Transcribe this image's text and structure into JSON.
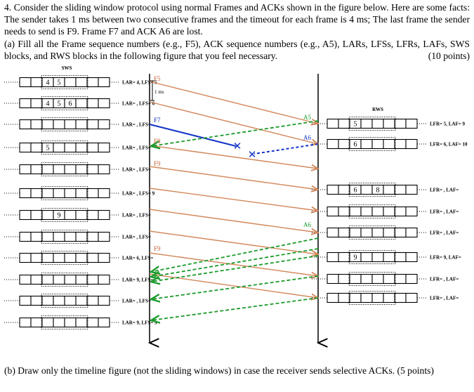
{
  "question": {
    "number": "4.",
    "text": "Consider the sliding window protocol using normal Frames and ACKs shown in the figure below. Here are some facts: The sender takes 1 ms between two consecutive frames and the timeout for each frame is 4 ms; The last frame the sender needs to send is F9. Frame F7 and ACK A6 are lost.",
    "part_a": "(a) Fill all the Frame sequence numbers (e.g., F5), ACK sequence numbers (e.g., A5), LARs, LFSs, LFRs, LAFs, SWS blocks, and RWS blocks in the following figure that you feel necessary.",
    "part_a_points": "(10 points)",
    "part_b": "(b) Draw only the timeline figure (not the sliding windows) in case the receiver sends selective ACKs. (5 points)"
  },
  "figure": {
    "sws_title": "SWS",
    "rws_title": "RWS",
    "gap_note": "1 ms",
    "colors": {
      "data": "#d2875a",
      "ack": "#1a9a2a",
      "lost": "#1433c8",
      "text": "#c4623a"
    },
    "sender_windows": [
      {
        "cells": [
          "4",
          "5",
          "",
          ""
        ],
        "label": "LAR= 4, LFS= 5"
      },
      {
        "cells": [
          "4",
          "5",
          "6",
          ""
        ],
        "label": "LAR= , LFS= 6"
      },
      {
        "cells": [
          "",
          "",
          "",
          ""
        ],
        "label": "LAR= , LFS="
      },
      {
        "cells": [
          "5",
          "",
          "",
          ""
        ],
        "label": "LAR= , LFS="
      },
      {
        "cells": [
          "",
          "",
          "",
          ""
        ],
        "label": "LAR= , LFS="
      },
      {
        "cells": [
          "",
          "",
          "",
          ""
        ],
        "label": "LAR= , LFS= 9"
      },
      {
        "cells": [
          "",
          "9",
          "",
          ""
        ],
        "label": "LAR= , LFS="
      },
      {
        "cells": [
          "",
          "",
          "",
          ""
        ],
        "label": "LAR= , LFS="
      },
      {
        "cells": [
          "",
          "",
          "",
          ""
        ],
        "label": "LAR= 6, LFS="
      },
      {
        "cells": [
          "",
          "",
          "",
          ""
        ],
        "label": "LAR= 9, LFS="
      },
      {
        "cells": [
          "",
          "",
          "",
          ""
        ],
        "label": "LAR= , LFS="
      },
      {
        "cells": [
          "",
          "",
          "",
          ""
        ],
        "label": "LAR= 9, LFS= 9"
      }
    ],
    "receiver_windows": [
      {
        "cells": [
          "5",
          "",
          "",
          ""
        ],
        "label": "LFR= 5, LAF= 9"
      },
      {
        "cells": [
          "6",
          "",
          "",
          ""
        ],
        "label": "LFR= 6, LAF= 10"
      },
      {
        "cells": [
          "6",
          "",
          "8",
          ""
        ],
        "label": "LFR= , LAF="
      },
      {
        "cells": [
          "",
          "",
          "",
          ""
        ],
        "label": "LFR= , LAF="
      },
      {
        "cells": [
          "",
          "",
          "",
          ""
        ],
        "label": "LFR= , LAF="
      },
      {
        "cells": [
          "9",
          "",
          "",
          ""
        ],
        "label": "LFR= 9, LAF="
      },
      {
        "cells": [
          "",
          "",
          "",
          ""
        ],
        "label": "LFR= , LAF="
      },
      {
        "cells": [
          "",
          "",
          "",
          ""
        ],
        "label": "LFR= , LAF="
      }
    ],
    "frame_labels": [
      "F5",
      "F7",
      "F8",
      "F9",
      "F9"
    ],
    "ack_labels": [
      "A5",
      "A6",
      "A6"
    ]
  }
}
